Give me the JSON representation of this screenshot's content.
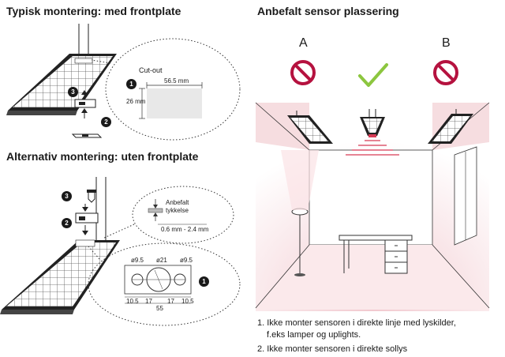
{
  "left": {
    "typical_title": "Typisk montering: med frontplate",
    "alternative_title": "Alternativ montering: uten frontplate",
    "cutout_label": "Cut-out",
    "cutout_width": "56.5 mm",
    "cutout_height": "26 mm",
    "thickness_label_1": "Anbefalt",
    "thickness_label_2": "tykkelse",
    "thickness_range": "0.6 mm - 2.4 mm",
    "hole_d1": "ø9.5",
    "hole_d2": "ø21",
    "hole_d3": "ø9.5",
    "dim_1": "10.5",
    "dim_2": "17",
    "dim_3": "17",
    "dim_4": "10.5",
    "dim_total": "55",
    "step_1": "1",
    "step_2": "2",
    "step_3": "3"
  },
  "right": {
    "title": "Anbefalt sensor plassering",
    "label_a": "A",
    "label_b": "B",
    "note_1_line1": "1. Ikke monter sensoren i direkte linje med lyskilder,",
    "note_1_line2": "f.eks lamper og uplights.",
    "note_2": "2. Ikke monter sensoren i direkte sollys"
  },
  "colors": {
    "prohibited": "#b5123f",
    "approved": "#8cc63f",
    "sensor_beam": "#d63a55",
    "room_glow": "#f2c9cf"
  }
}
